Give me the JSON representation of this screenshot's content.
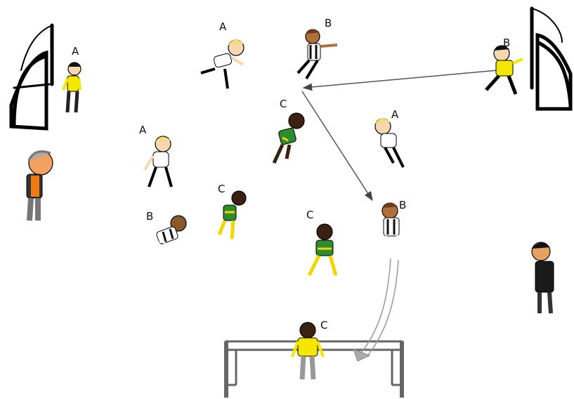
{
  "team_labels": {
    "a_keeper_left": "A",
    "a_top": "A",
    "a_mid_left": "A",
    "a_mid_right": "A",
    "b_top": "B",
    "b_keeper_right": "B",
    "b_left": "B",
    "b_right": "B",
    "c_center": "C",
    "c_left": "C",
    "c_mid": "C",
    "c_keeper_bottom": "C"
  },
  "colors": {
    "team_a_shirt": "#ffffff",
    "team_a_shorts": "#000000",
    "team_b_shirt": "#1a1a1a",
    "team_b_stripes": "#ffffff",
    "team_c_shirt": "#2e8b2e",
    "team_c_trim": "#f2d600",
    "keeper_yellow": "#f5e600",
    "keeper_grey": "#999999",
    "coach_orange": "#f07a14",
    "arrow": "#555555",
    "shot_arrow": "#999999"
  },
  "icons": {
    "goal_left": "goal-frame-icon",
    "goal_right": "goal-frame-icon",
    "goal_bottom": "goal-frame-icon"
  }
}
